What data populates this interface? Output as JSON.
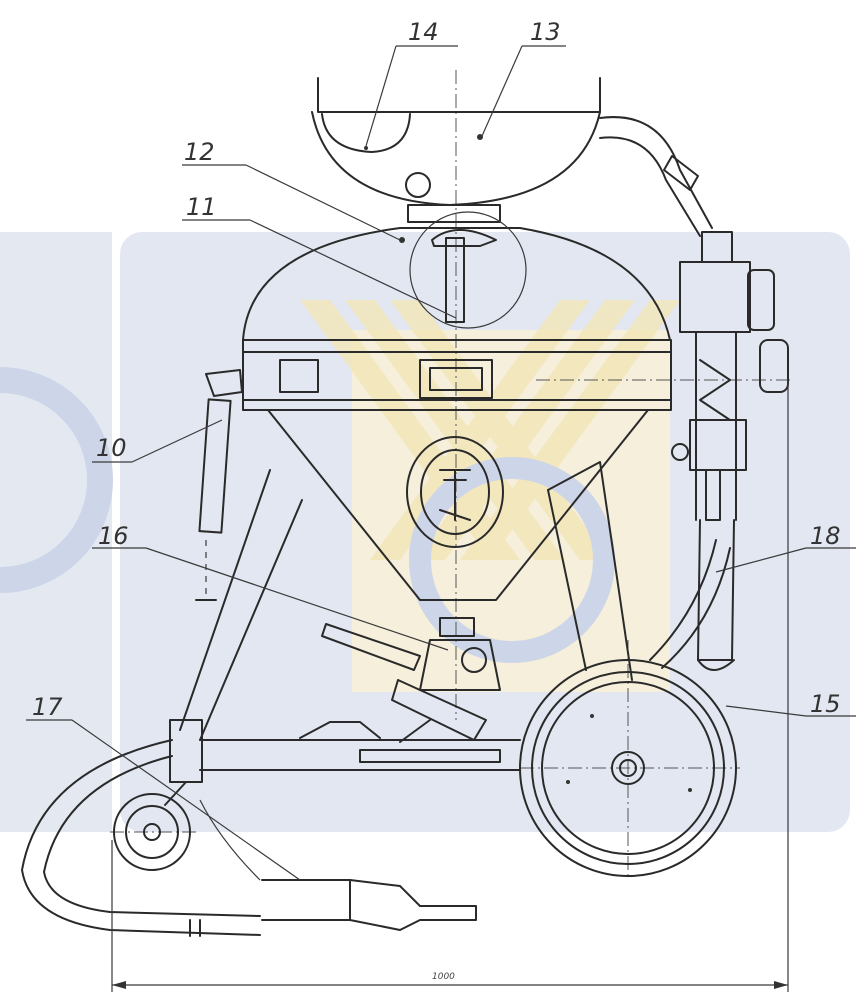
{
  "diagram": {
    "callouts": [
      {
        "id": "callout-13",
        "text": "13"
      },
      {
        "id": "callout-14",
        "text": "14"
      },
      {
        "id": "callout-12",
        "text": "12"
      },
      {
        "id": "callout-11",
        "text": "11"
      },
      {
        "id": "callout-10",
        "text": "10"
      },
      {
        "id": "callout-16",
        "text": "16"
      },
      {
        "id": "callout-17",
        "text": "17"
      },
      {
        "id": "callout-18",
        "text": "18"
      },
      {
        "id": "callout-15",
        "text": "15"
      }
    ],
    "dimension": "1000"
  },
  "colors": {
    "ink": "#2a2a2a",
    "watermark_blue": "#dfe4ef",
    "watermark_yellow": "#f6eed2"
  }
}
